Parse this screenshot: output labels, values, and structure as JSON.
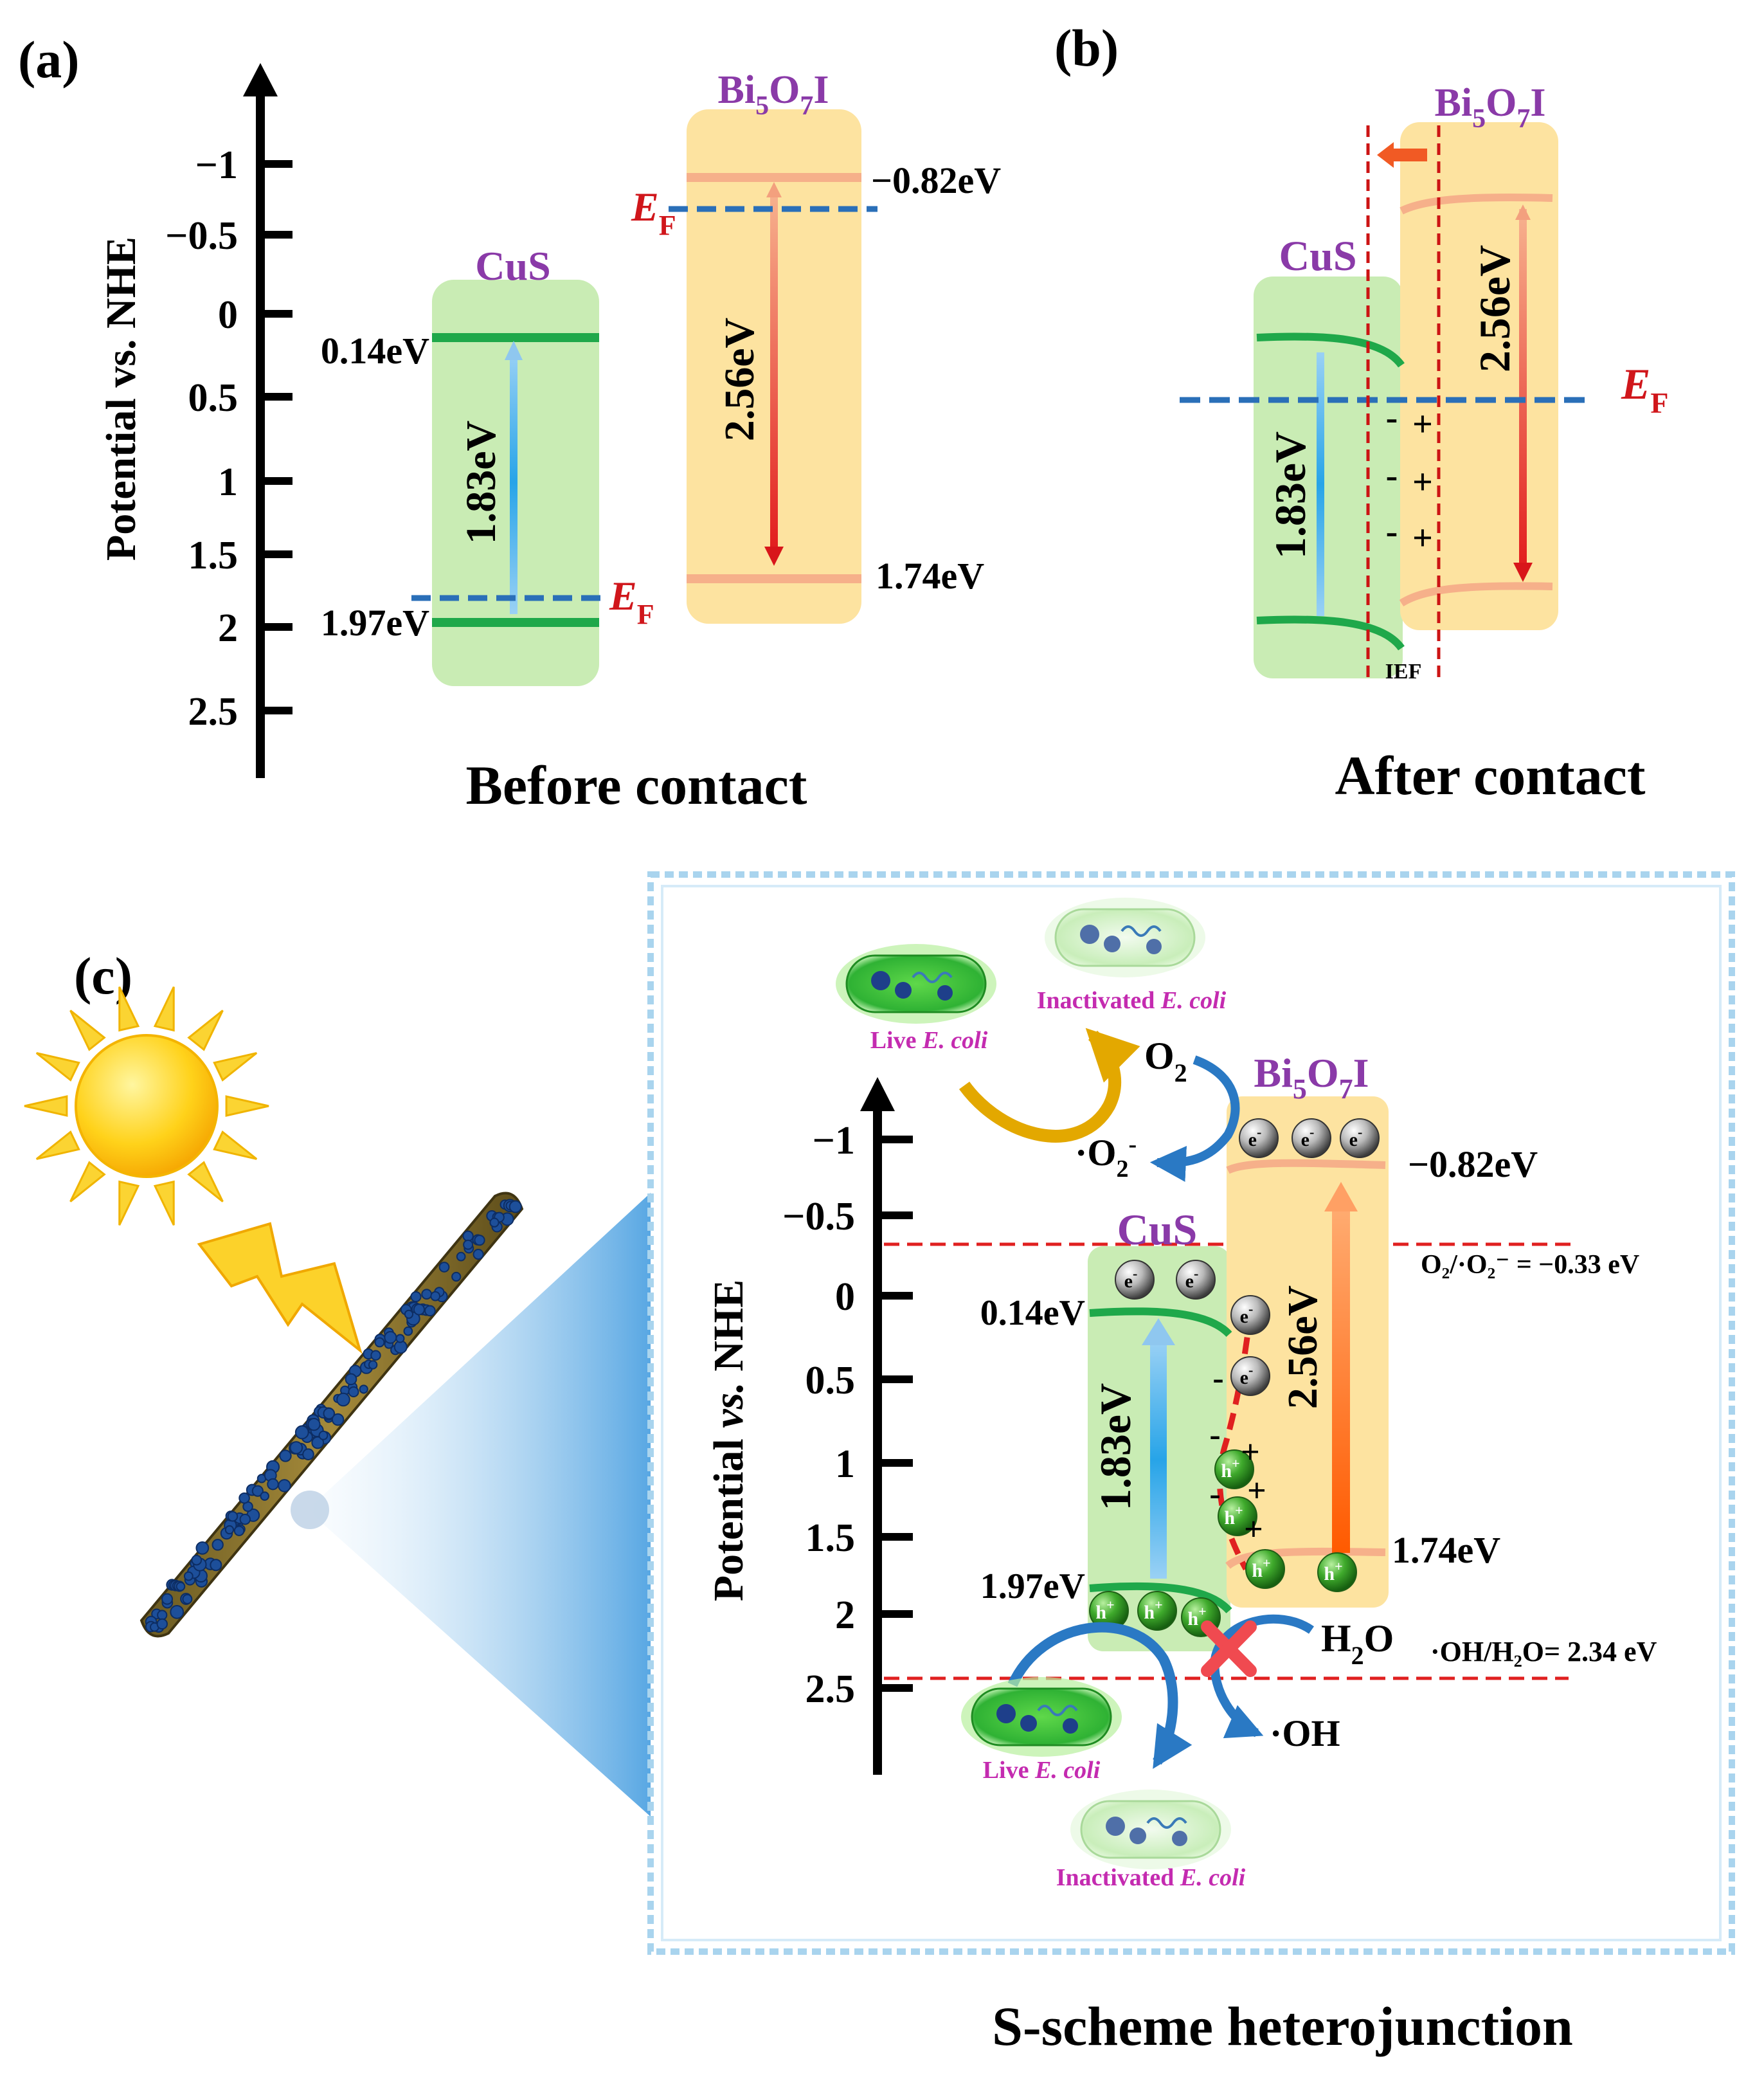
{
  "panel_a": {
    "label": "(a)",
    "axis_title": "Potential vs. NHE",
    "ticks": [
      "−1",
      "−0.5",
      "0",
      "0.5",
      "1",
      "1.5",
      "2",
      "2.5"
    ],
    "cus": {
      "name": "CuS",
      "cb": "0.14eV",
      "vb": "1.97eV",
      "gap": "1.83eV",
      "ef": "E",
      "ef_sub": "F"
    },
    "bi": {
      "name_parts": [
        "Bi",
        "5",
        "O",
        "7",
        "I"
      ],
      "cb": "−0.82eV",
      "vb": "1.74eV",
      "gap": "2.56eV",
      "ef": "E",
      "ef_sub": "F"
    },
    "caption": "Before contact"
  },
  "panel_b": {
    "label": "(b)",
    "cus_name": "CuS",
    "bi_name_parts": [
      "Bi",
      "5",
      "O",
      "7",
      "I"
    ],
    "gap_cus": "1.83eV",
    "gap_bi": "2.56eV",
    "ef": "E",
    "ef_sub": "F",
    "minus": "-",
    "plus": "+",
    "ief": "IEF",
    "caption": "After contact"
  },
  "panel_c": {
    "label": "(c)",
    "axis_title_parts": [
      "Potential ",
      "vs.",
      " NHE"
    ],
    "ticks": [
      "−1",
      "−0.5",
      "0",
      "0.5",
      "1",
      "1.5",
      "2",
      "2.5"
    ],
    "cus": {
      "name": "CuS",
      "cb": "0.14eV",
      "vb": "1.97eV",
      "gap": "1.83eV"
    },
    "bi": {
      "name_parts": [
        "Bi",
        "5",
        "O",
        "7",
        "I"
      ],
      "cb": "−0.82eV",
      "vb": "1.74eV",
      "gap": "2.56eV"
    },
    "electron": "e",
    "electron_sup": "-",
    "hole": "h",
    "hole_sup": "+",
    "minus": "-",
    "plus": "+",
    "o2_label": "O",
    "o2_sub": "2",
    "superoxide": "·O",
    "superoxide_sub": "2",
    "superoxide_sup": "-",
    "o2_ref": "O₂/·O₂⁻ = −0.33 eV",
    "h2o_label": "H",
    "h2o_sub": "2",
    "h2o_tail": "O",
    "oh_label": "·OH",
    "oh_ref": "·OH/H₂O= 2.34 eV",
    "live_top": {
      "prefix": "Live ",
      "italic": "E. coli"
    },
    "inact_top": {
      "prefix": "Inactivated ",
      "italic": "E. coli"
    },
    "live_bottom": {
      "prefix": "Live ",
      "italic": "E. coli"
    },
    "inact_bottom": {
      "prefix": "Inactivated ",
      "italic": "E. coli"
    },
    "caption": "S-scheme heterojunction"
  },
  "colors": {
    "cus_fill": "#c9ecb4",
    "bi_fill": "#fde3a0",
    "band_green": "#1fa84a",
    "band_orange": "#f6b08a",
    "ef_blue": "#2a6fb8",
    "red_dash": "#e02020",
    "title_purple": "#8a3aa8",
    "ef_red": "#d0161b",
    "ecoli_magenta": "#c42bb0",
    "frame_blue": "#a9d4ee"
  },
  "icons": [
    "sun-icon",
    "lightning-icon",
    "electron-sphere-icon",
    "hole-sphere-icon",
    "ecoli-cell-icon",
    "nanofiber-icon",
    "cross-icon"
  ]
}
